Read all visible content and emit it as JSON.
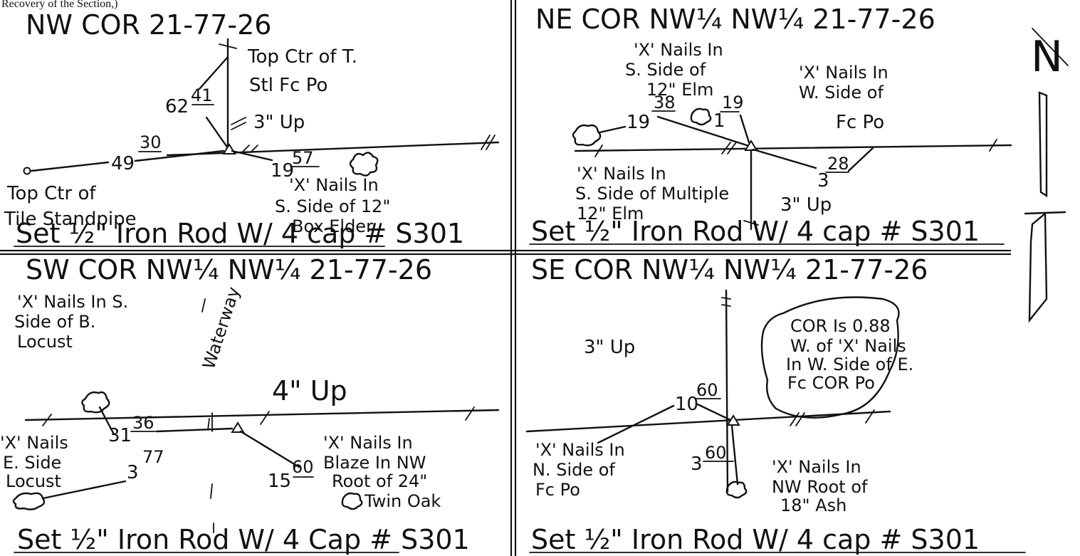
{
  "header_fragment": "Recovery of the Section,)",
  "sections": {
    "nw": {
      "title": "NW COR  21-77-26",
      "notes": {
        "top_line1": "Top Ctr of T.",
        "top_line2": "Stl Fc Po",
        "tie_north": "62",
        "tie_north_frac": "41",
        "up": "3\" Up",
        "tie_west": "49",
        "tie_west_frac": "30",
        "tie_east": "19",
        "tie_east_frac": "57",
        "tree_line1": "'X' Nails In",
        "tree_line2": "S. Side of 12\"",
        "tree_line3": "Box Elder",
        "pipe_line1": "Top Ctr of",
        "pipe_line2": "Tile Standpipe"
      },
      "set_line": "Set ½\" Iron Rod W/ 4 cap # S301"
    },
    "ne": {
      "title": "NE COR NW¼ NW¼ 21-77-26",
      "notes": {
        "elm_line1": "'X' Nails In",
        "elm_line2": "S. Side of",
        "elm_line3": "12\" Elm",
        "post_line1": "'X' Nails In",
        "post_line2": "W. Side of",
        "post_line3": "Fc Po",
        "tie_west": "19",
        "tie_west_frac": "38",
        "tie_mid": "1",
        "tie_mid_frac": "19",
        "tie_se": "3",
        "tie_se_frac": "28",
        "multi_line1": "'X' Nails In",
        "multi_line2": "S. Side of Multiple",
        "multi_line3": "12\" Elm",
        "up": "3\" Up"
      },
      "set_line": "Set ½\" Iron Rod W/ 4 cap # S301"
    },
    "sw": {
      "title": "SW COR NW¼ NW¼ 21-77-26",
      "notes": {
        "locust_line1": "'X' Nails In S.",
        "locust_line2": "Side of B.",
        "locust_line3": "Locust",
        "waterway": "Waterway",
        "up": "4\" Up",
        "tie_nw": "31",
        "tie_nw_frac": "36",
        "tie_sw": "3",
        "tie_sw_frac": "77",
        "tie_se": "15",
        "tie_se_frac": "60",
        "e_line1": "'X' Nails",
        "e_line2": "E. Side",
        "e_line3": "Locust",
        "oak_line1": "'X' Nails In",
        "oak_line2": "Blaze In NW",
        "oak_line3": "Root of 24\"",
        "oak_line4": "Twin Oak"
      },
      "set_line": "Set ½\" Iron Rod W/ 4 Cap # S301"
    },
    "se": {
      "title": "SE COR NW¼ NW¼ 21-77-26",
      "notes": {
        "up": "3\" Up",
        "bubble_line1": "COR Is 0.88",
        "bubble_line2": "W. of 'X' Nails",
        "bubble_line3": "In W. Side of E.",
        "bubble_line4": "Fc COR Po",
        "tie_w": "10",
        "tie_w_frac": "60",
        "tie_s": "3",
        "tie_s_frac": "60",
        "post_line1": "'X' Nails In",
        "post_line2": "N. Side of",
        "post_line3": "Fc Po",
        "ash_line1": "'X' Nails In",
        "ash_line2": "NW Root of",
        "ash_line3": "18\" Ash"
      },
      "set_line": "Set ½\" Iron Rod W/ 4 cap # S301"
    }
  },
  "north_arrow": "N"
}
